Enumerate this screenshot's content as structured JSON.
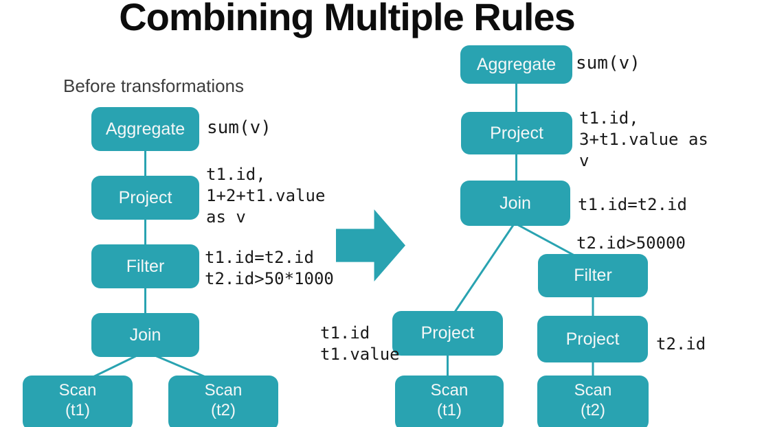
{
  "title": "Combining Multiple Rules",
  "colors": {
    "node_teal": "#29a3b1",
    "annotation_text": "#1a1a1a",
    "caption_text": "#3d3d3d",
    "title_text": "#0d0d0d"
  },
  "left_tree": {
    "caption": "Before transformations",
    "nodes": {
      "aggregate": {
        "label": "Aggregate",
        "annotation": "sum(v)"
      },
      "project": {
        "label": "Project",
        "annotation": "t1.id,\n1+2+t1.value\nas v"
      },
      "filter": {
        "label": "Filter",
        "annotation": "t1.id=t2.id\nt2.id>50*1000"
      },
      "join": {
        "label": "Join"
      },
      "scan_t1": {
        "label": "Scan\n(t1)"
      },
      "scan_t2": {
        "label": "Scan\n(t2)"
      }
    }
  },
  "arrow": {
    "icon": "block-arrow-right"
  },
  "right_tree": {
    "nodes": {
      "aggregate": {
        "label": "Aggregate",
        "annotation": "sum(v)"
      },
      "project_top": {
        "label": "Project",
        "annotation": "t1.id,\n3+t1.value as\nv"
      },
      "join": {
        "label": "Join",
        "annotation": "t1.id=t2.id"
      },
      "branch_filter_annotation": "t2.id>50000",
      "project_left": {
        "label": "Project",
        "annotation": "t1.id\nt1.value"
      },
      "scan_t1": {
        "label": "Scan\n(t1)"
      },
      "filter": {
        "label": "Filter"
      },
      "project_right": {
        "label": "Project",
        "annotation": "t2.id"
      },
      "scan_t2": {
        "label": "Scan\n(t2)"
      }
    }
  }
}
